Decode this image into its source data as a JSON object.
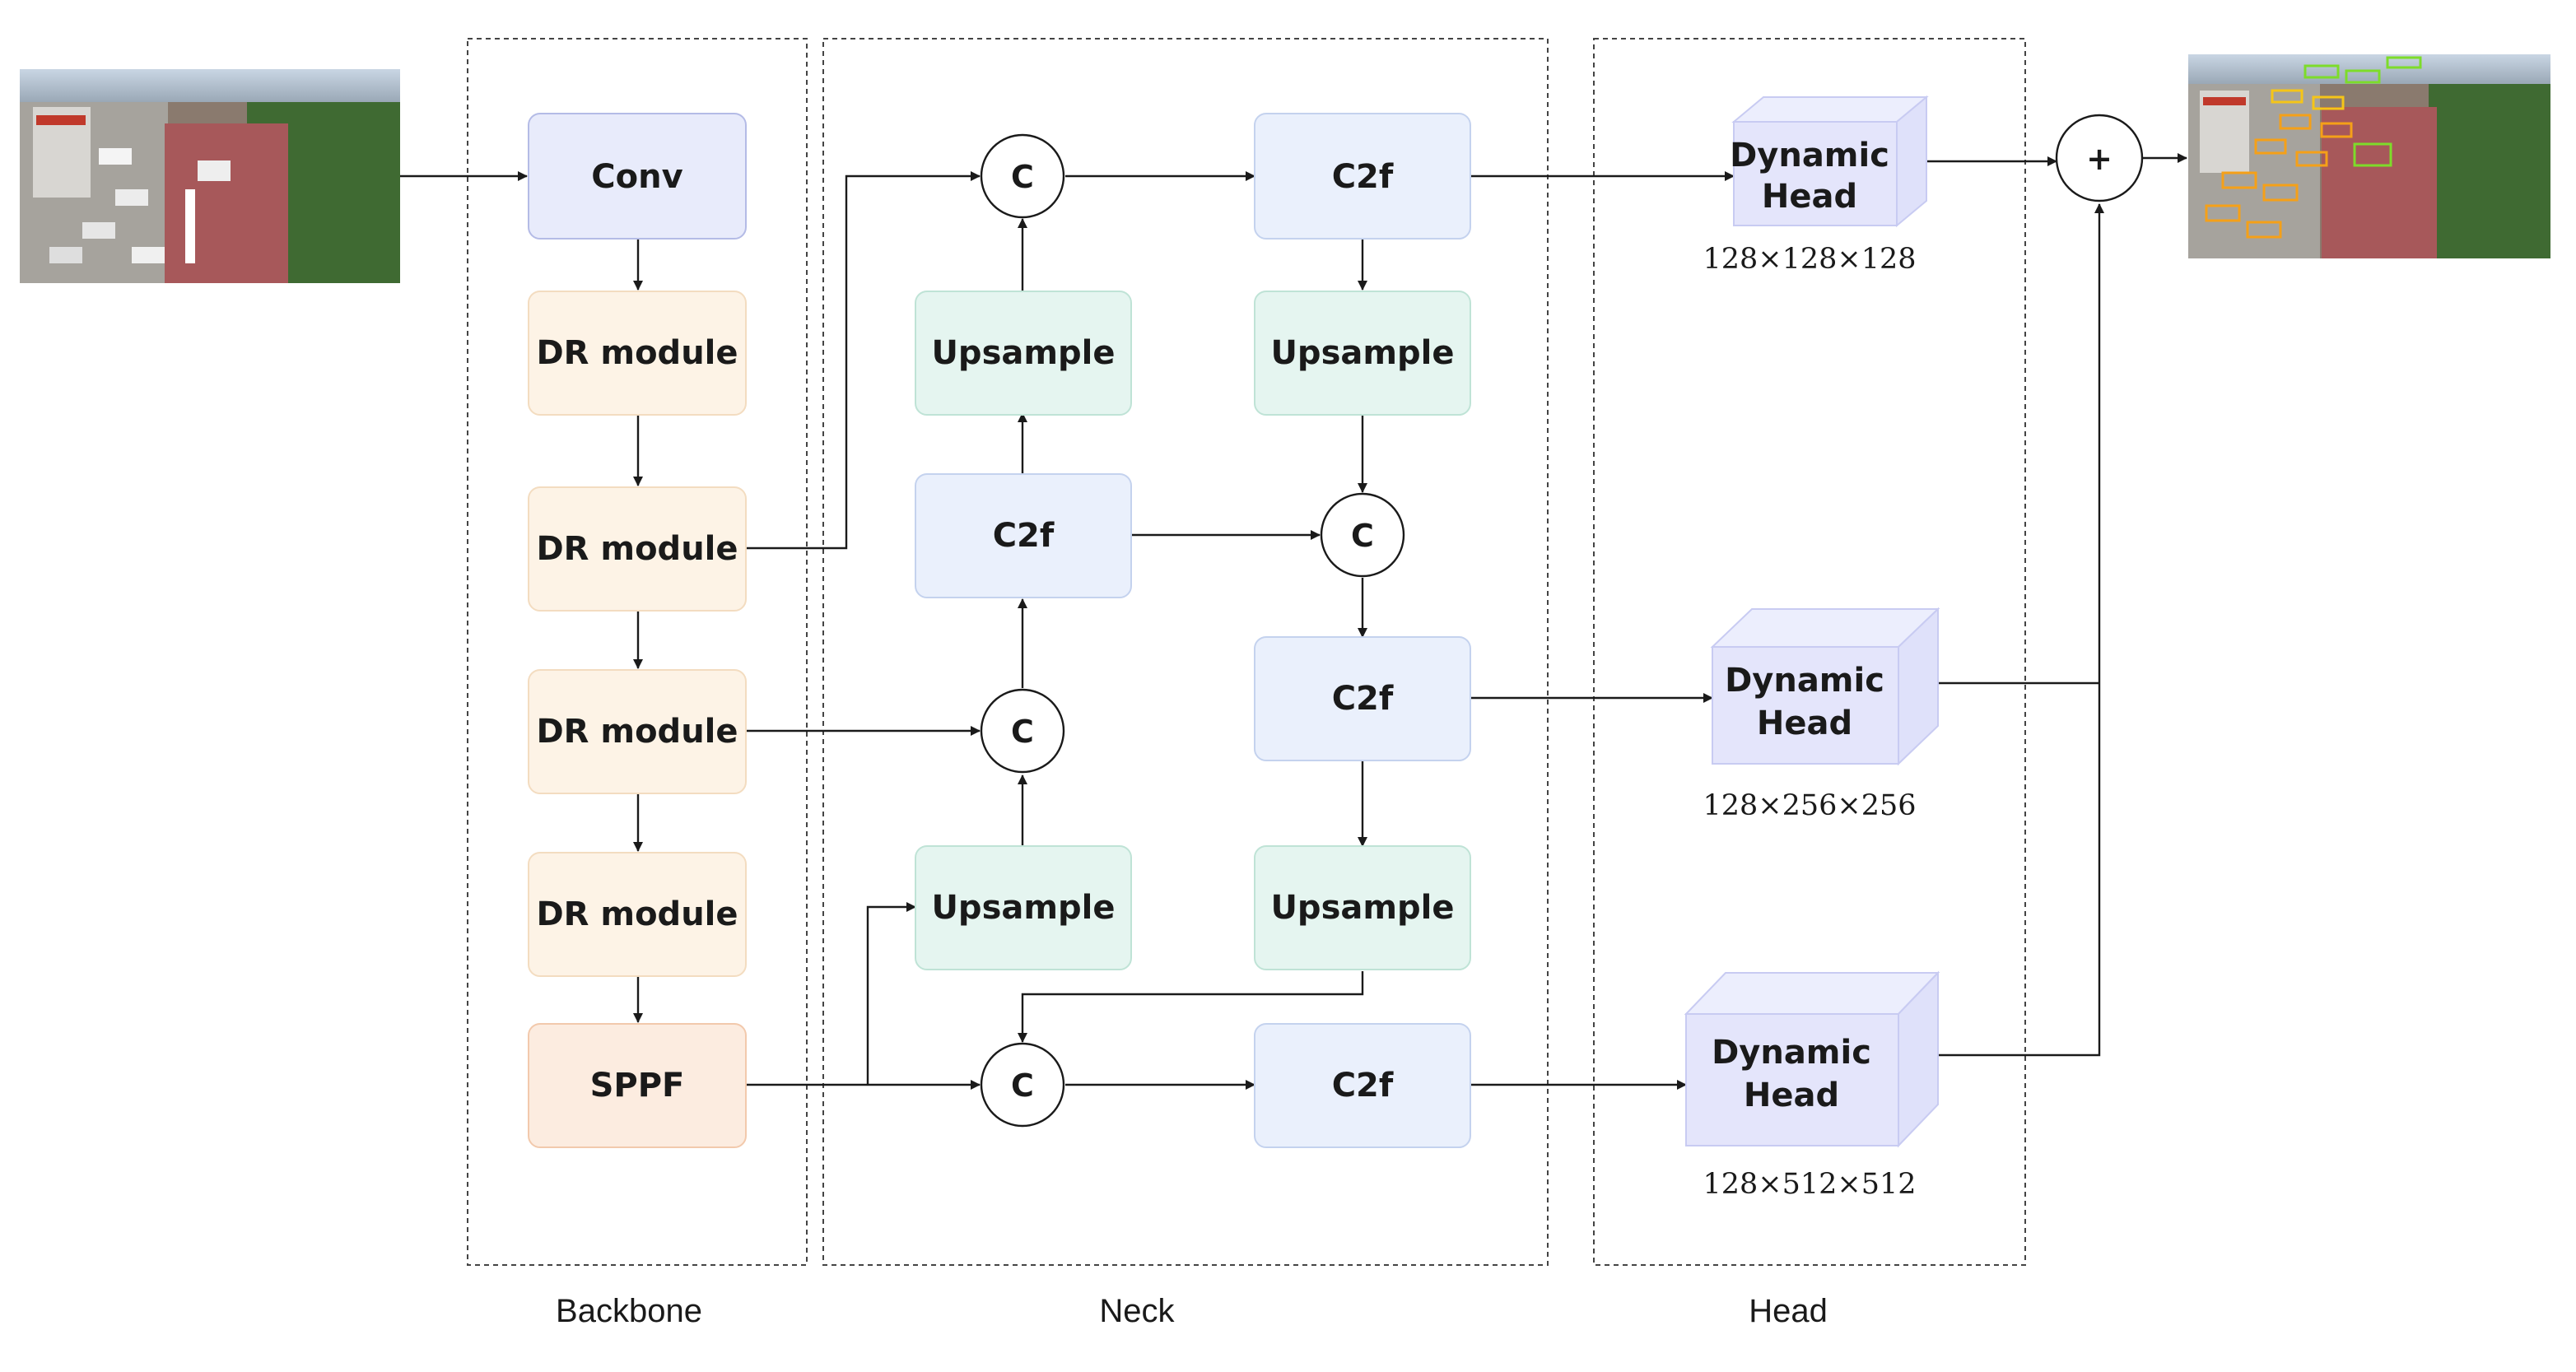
{
  "groups": {
    "backbone": "Backbone",
    "neck": "Neck",
    "head": "Head"
  },
  "backbone": {
    "conv": "Conv",
    "dr1": "DR module",
    "dr2": "DR module",
    "dr3": "DR module",
    "dr4": "DR module",
    "sppf": "SPPF"
  },
  "neck": {
    "c_top": "C",
    "c_mid_right": "C",
    "c_mid_left": "C",
    "c_bottom": "C",
    "c2f_top": "C2f",
    "c2f_mid_left": "C2f",
    "c2f_mid_right": "C2f",
    "c2f_bottom": "C2f",
    "up_left_top": "Upsample",
    "up_right_top": "Upsample",
    "up_left_bottom": "Upsample",
    "up_right_bottom": "Upsample"
  },
  "heads": [
    {
      "line1": "Dynamic",
      "line2": "Head",
      "dims": "128×128×128"
    },
    {
      "line1": "Dynamic",
      "line2": "Head",
      "dims": "128×256×256"
    },
    {
      "line1": "Dynamic",
      "line2": "Head",
      "dims": "128×512×512"
    }
  ],
  "sum_symbol": "+",
  "images": {
    "input": "aerial-parking-lot-photo",
    "output": "aerial-parking-lot-detections"
  },
  "colors": {
    "conv": "#e8ebfb",
    "dr": "#fdf3e6",
    "sppf": "#fcece0",
    "c2f": "#eaf0fc",
    "upsample": "#e5f5f0",
    "head": "#e4e5fb",
    "dashed": "#444444"
  }
}
